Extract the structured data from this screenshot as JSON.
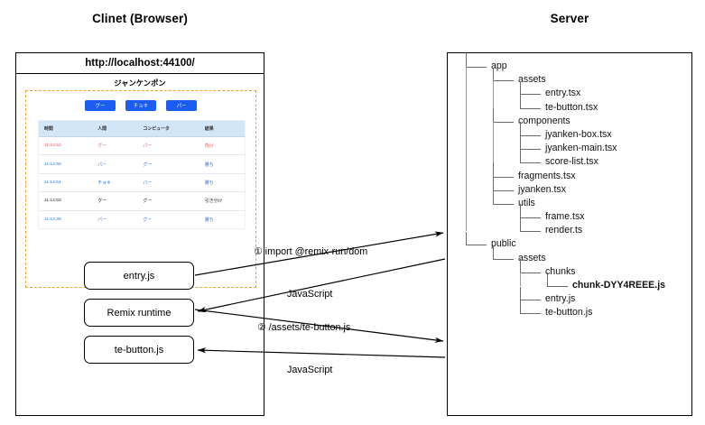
{
  "headings": {
    "client": "Clinet (Browser)",
    "server": "Server"
  },
  "browser": {
    "url": "http://localhost:44100/",
    "app_title": "ジャンケンポン",
    "buttons": [
      {
        "label": "グー"
      },
      {
        "label": "チョキ"
      },
      {
        "label": "パー"
      }
    ],
    "table": {
      "columns": [
        "時間",
        "人間",
        "コンピュータ",
        "結果"
      ],
      "rows": [
        {
          "time": "11:14:53",
          "human": "グー",
          "computer": "パー",
          "result": "負け",
          "state": "lose"
        },
        {
          "time": "11:14:50",
          "human": "パー",
          "computer": "グー",
          "result": "勝ち",
          "state": "win"
        },
        {
          "time": "11:14:54",
          "human": "チョキ",
          "computer": "パー",
          "result": "勝ち",
          "state": "win"
        },
        {
          "time": "11:14:53",
          "human": "グー",
          "computer": "グー",
          "result": "引き分け",
          "state": "draw"
        },
        {
          "time": "11:12:35",
          "human": "パー",
          "computer": "グー",
          "result": "勝ち",
          "state": "win"
        }
      ]
    }
  },
  "client_modules": [
    {
      "label": "entry.js"
    },
    {
      "label": "Remix runtime"
    },
    {
      "label": "te-button.js"
    }
  ],
  "server_tree": [
    {
      "name": "app",
      "depth": 0,
      "last": false,
      "bold": false
    },
    {
      "name": "assets",
      "depth": 1,
      "last": false,
      "bold": false
    },
    {
      "name": "entry.tsx",
      "depth": 2,
      "last": false,
      "bold": false
    },
    {
      "name": "te-button.tsx",
      "depth": 2,
      "last": true,
      "bold": false
    },
    {
      "name": "components",
      "depth": 1,
      "last": false,
      "bold": false
    },
    {
      "name": "jyanken-box.tsx",
      "depth": 2,
      "last": false,
      "bold": false
    },
    {
      "name": "jyanken-main.tsx",
      "depth": 2,
      "last": false,
      "bold": false
    },
    {
      "name": "score-list.tsx",
      "depth": 2,
      "last": true,
      "bold": false
    },
    {
      "name": "fragments.tsx",
      "depth": 1,
      "last": false,
      "bold": false
    },
    {
      "name": "jyanken.tsx",
      "depth": 1,
      "last": false,
      "bold": false
    },
    {
      "name": "utils",
      "depth": 1,
      "last": true,
      "bold": false
    },
    {
      "name": "frame.tsx",
      "depth": 2,
      "last": false,
      "bold": false
    },
    {
      "name": "render.ts",
      "depth": 2,
      "last": true,
      "bold": false
    },
    {
      "name": "public",
      "depth": 0,
      "last": true,
      "bold": false
    },
    {
      "name": "assets",
      "depth": 1,
      "last": true,
      "bold": false
    },
    {
      "name": "chunks",
      "depth": 2,
      "last": false,
      "bold": false
    },
    {
      "name": "chunk-DYY4REEE.js",
      "depth": 3,
      "last": true,
      "bold": true
    },
    {
      "name": "entry.js",
      "depth": 2,
      "last": false,
      "bold": false
    },
    {
      "name": "te-button.js",
      "depth": 2,
      "last": true,
      "bold": false
    }
  ],
  "flow_labels": {
    "import": "① import @remix-run/dom",
    "javascript_1": "JavaScript",
    "assets_request": "② /assets/te-button.js",
    "javascript_2": "JavaScript"
  },
  "colors": {
    "button_blue": "#1a5df0",
    "table_header": "#d3e6f7",
    "dashed_border": "#f0a030",
    "win_text": "#2f6fe0",
    "lose_text": "#e8545e"
  }
}
